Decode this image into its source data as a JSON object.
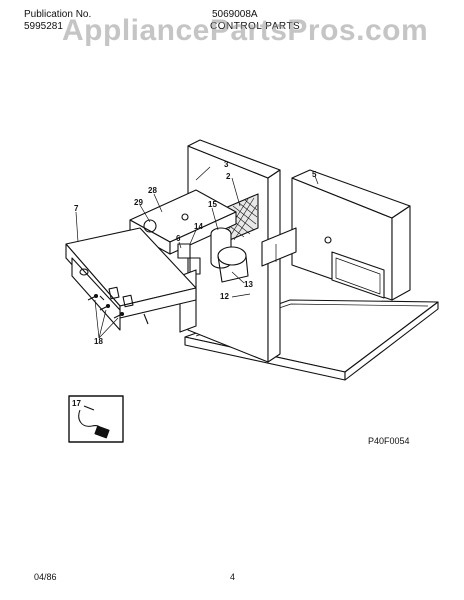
{
  "header": {
    "publication_label": "Publication No.",
    "publication_number": "5995281",
    "model_number": "5069008A",
    "section_title": "CONTROL PARTS"
  },
  "watermark": "AppliancePartsPros.com",
  "callouts": {
    "c2": "2",
    "c3": "3",
    "c5": "5",
    "c6": "6",
    "c7": "7",
    "c12": "12",
    "c13": "13",
    "c14": "14",
    "c15": "15",
    "c17": "17",
    "c18": "18",
    "c28": "28",
    "c29": "29"
  },
  "figure_code": "P40F0054",
  "footer": {
    "date": "04/86",
    "page": "4"
  }
}
